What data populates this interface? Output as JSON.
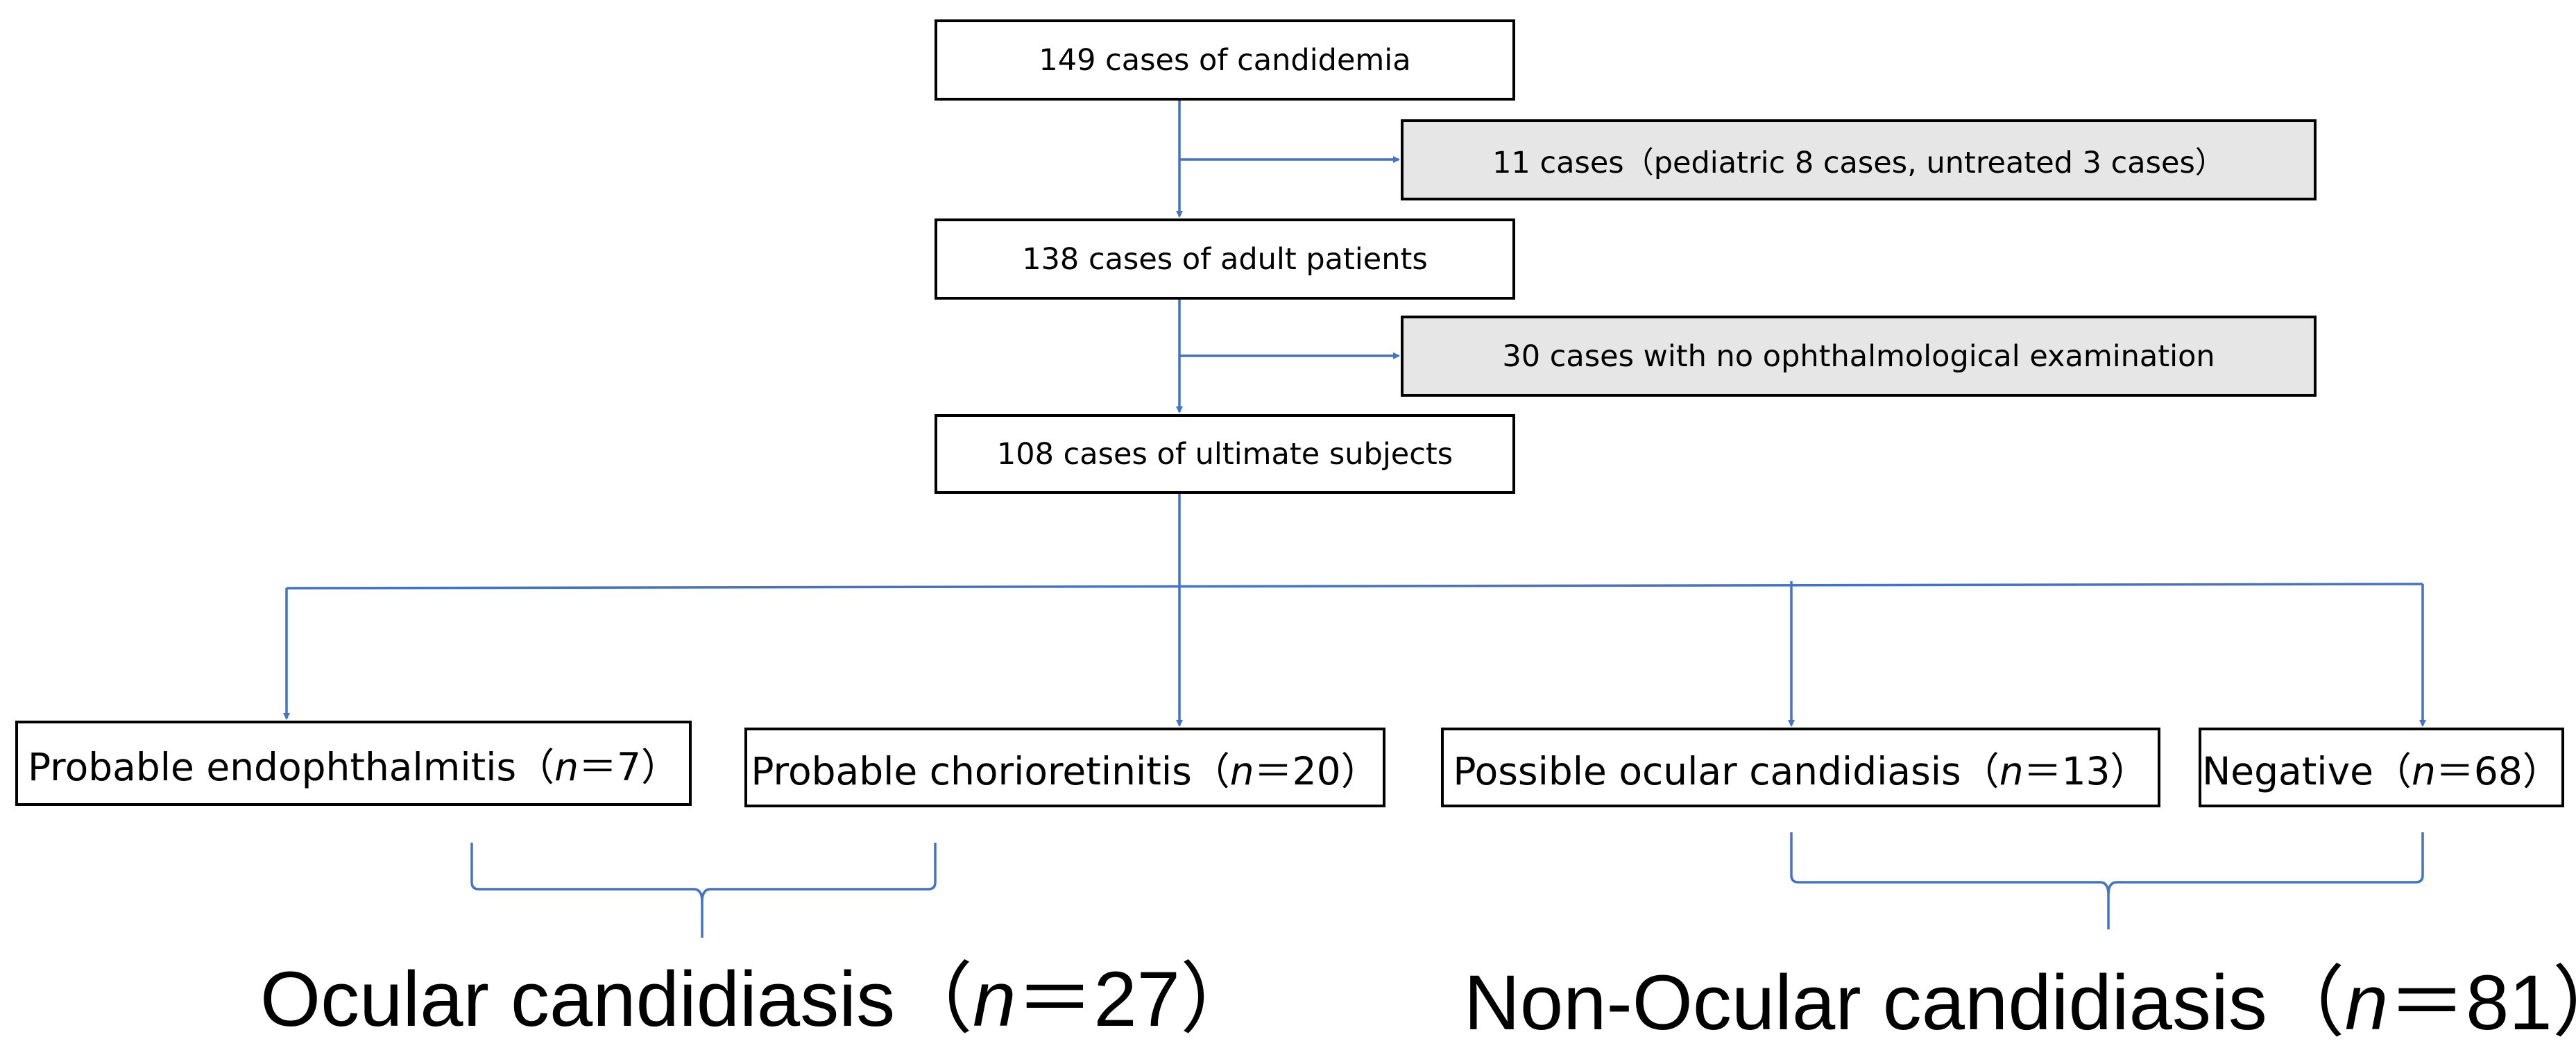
{
  "flow": {
    "start": "149 cases of candidemia",
    "excluded_1": "11 cases（pediatric 8 cases, untreated 3 cases）",
    "adults": "138 cases of adult patients",
    "excluded_2": "30 cases with no ophthalmological examination",
    "subjects": "108 cases of ultimate subjects"
  },
  "categories": [
    {
      "label": "Probable endophthalmitis（",
      "n_symbol": "n",
      "n_value": "＝7）"
    },
    {
      "label": "Probable chorioretinitis（",
      "n_symbol": "n",
      "n_value": "＝20）"
    },
    {
      "label": "Possible ocular candidiasis（",
      "n_symbol": "n",
      "n_value": "＝13）"
    },
    {
      "label": "Negative（",
      "n_symbol": "n",
      "n_value": "＝68）"
    }
  ],
  "groups": [
    {
      "label": "Ocular candidiasis（",
      "n_symbol": "n",
      "n_value": "＝27）"
    },
    {
      "label": "Non-Ocular candidiasis（",
      "n_symbol": "n",
      "n_value": "＝81）"
    }
  ],
  "colors": {
    "connector": "#4472c4",
    "box_border": "#000000",
    "excluded_fill": "#e6e6e6"
  }
}
